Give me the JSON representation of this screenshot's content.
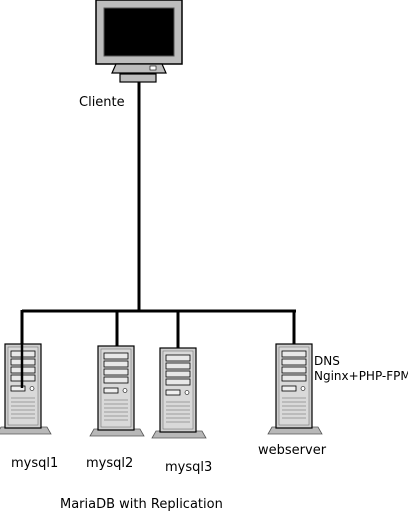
{
  "client": {
    "label": "Cliente",
    "icon": "monitor-icon"
  },
  "servers": [
    {
      "id": "mysql1",
      "label": "mysql1",
      "icon": "server-tower-icon"
    },
    {
      "id": "mysql2",
      "label": "mysql2",
      "icon": "server-tower-icon"
    },
    {
      "id": "mysql3",
      "label": "mysql3",
      "icon": "server-tower-icon"
    },
    {
      "id": "webserver",
      "label": "webserver",
      "icon": "server-tower-icon",
      "services": [
        "DNS",
        "Nginx+PHP-FPM"
      ]
    }
  ],
  "cluster_caption": "MariaDB with Replication",
  "colors": {
    "line": "#000000",
    "case": "#c9c9c9",
    "screen": "#000000",
    "bezel": "#bdbdbd"
  }
}
